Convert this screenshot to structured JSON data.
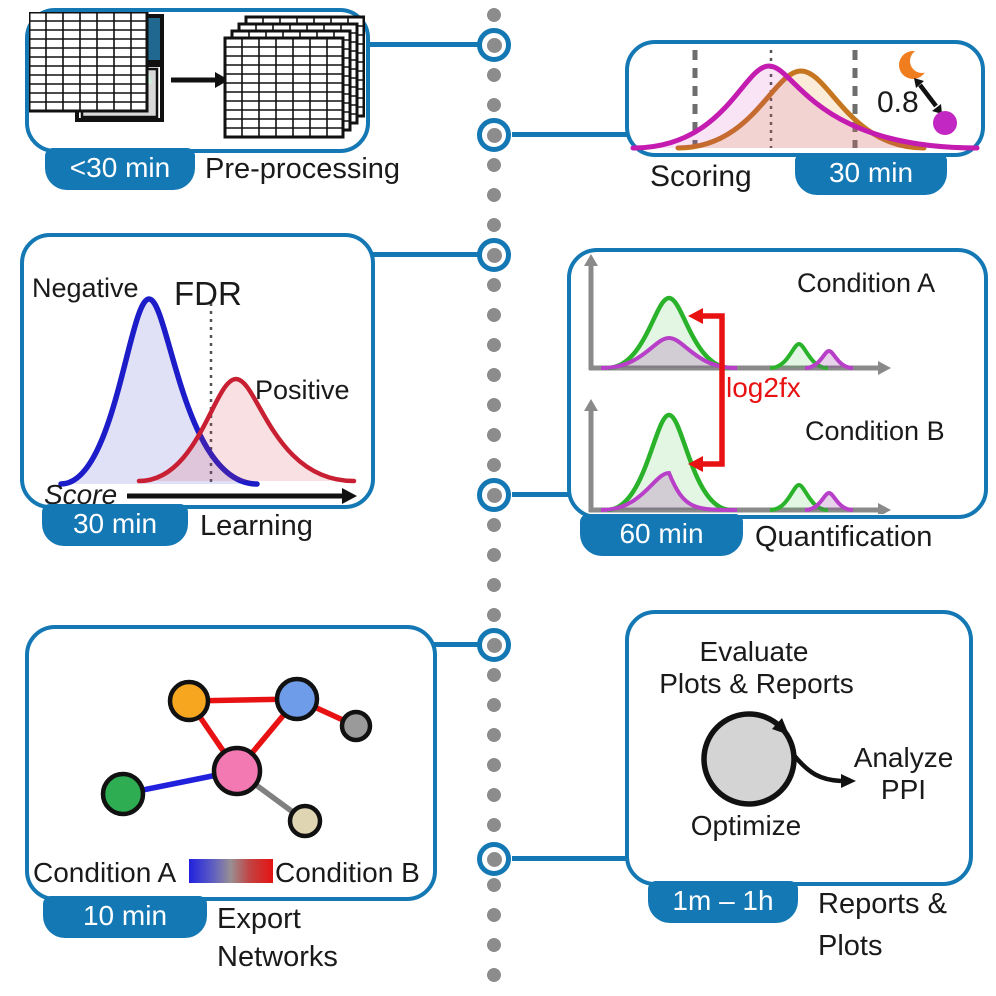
{
  "palette": {
    "accent_blue": "#1478b4",
    "timeline_dot_gray": "#8c8c8c",
    "badge_text_color": "#ffffff",
    "scoring_magenta": "#c41bb0",
    "scoring_orange": "#c6761f",
    "learning_negative_blue": "#1c1cc8",
    "learning_positive_red": "#c82032",
    "quant_green": "#2ab32a",
    "quant_magenta": "#b840c8",
    "highlight_red": "#e81212",
    "node_orange": "#f6a61f",
    "node_blue": "#6f9ce9",
    "node_gray": "#9a9a9a",
    "node_pink": "#f279b2",
    "node_green": "#2fad52",
    "node_tan": "#e0d5b2",
    "reports_circle_gray": "#d4d4d4"
  },
  "panels": {
    "preprocessing": {
      "badge": "<30 min",
      "label": "Pre-processing"
    },
    "scoring": {
      "label": "Scoring",
      "badge": "30 min",
      "similarity_value": "0.8"
    },
    "learning": {
      "badge": "30 min",
      "label": "Learning",
      "negative": "Negative",
      "fdr": "FDR",
      "positive": "Positive",
      "axis": "Score"
    },
    "quantification": {
      "badge": "60 min",
      "label": "Quantification",
      "condition_a": "Condition A",
      "condition_b": "Condition B",
      "fold_change": "log2fx"
    },
    "export_networks": {
      "badge": "10 min",
      "label_line1": "Export",
      "label_line2": "Networks",
      "legend_left": "Condition A",
      "legend_right": "Condition B"
    },
    "reports": {
      "badge": "1m – 1h",
      "label_line1": "Reports &",
      "label_line2": "Plots",
      "evaluate_line1": "Evaluate",
      "evaluate_line2": "Plots & Reports",
      "optimize": "Optimize",
      "analyze_line1": "Analyze",
      "analyze_line2": "PPI"
    }
  }
}
